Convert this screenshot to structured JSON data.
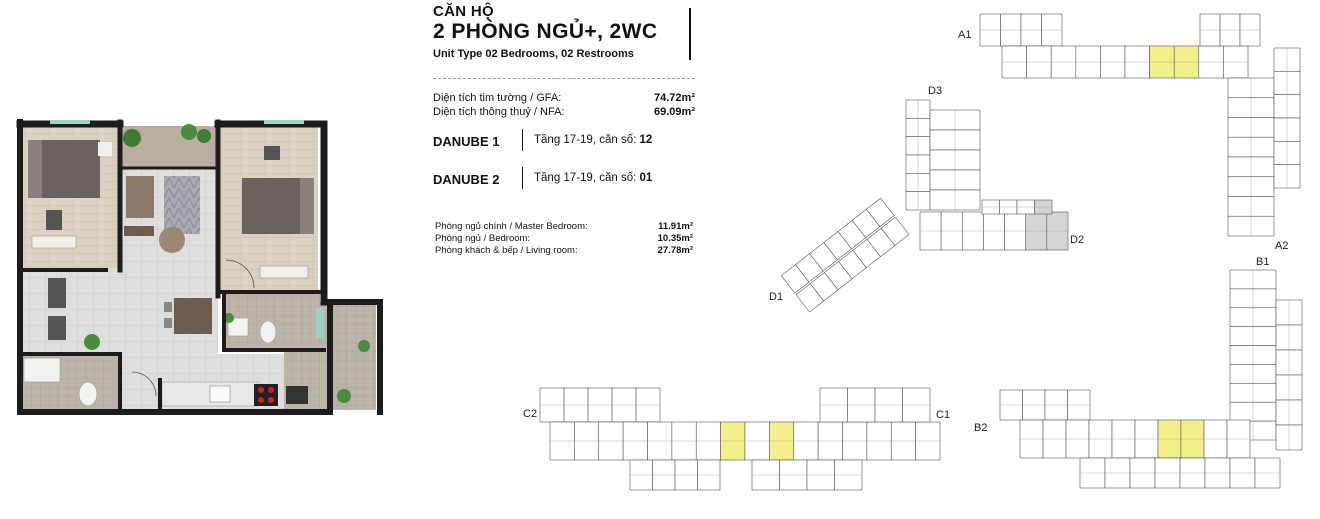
{
  "header": {
    "line1": "CĂN HỘ",
    "line2": "2 PHÒNG NGỦ+, 2WC",
    "line3": "Unit Type 02 Bedrooms, 02 Restrooms"
  },
  "areas": [
    {
      "label": "Diện tích tim tường / GFA:",
      "value": "74.72m²"
    },
    {
      "label": "Diện tích thông thuỷ / NFA:",
      "value": "69.09m²"
    }
  ],
  "blocks": [
    {
      "name": "DANUBE 1",
      "floors": "Tầng 17-19, căn số:",
      "unit": "12"
    },
    {
      "name": "DANUBE 2",
      "floors": "Tầng 17-19, căn số:",
      "unit": "01"
    }
  ],
  "rooms": [
    {
      "label": "Phòng ngủ chính / Master Bedroom:",
      "value": "11.91m²"
    },
    {
      "label": "Phòng ngủ / Bedroom:",
      "value": "10.35m²"
    },
    {
      "label": "Phòng khách & bếp / Living room:",
      "value": "27.78m²"
    }
  ],
  "site_labels": {
    "a1": "A1",
    "a2": "A2",
    "b1": "B1",
    "b2": "B2",
    "c1": "C1",
    "c2": "C2",
    "d1": "D1",
    "d2": "D2",
    "d3": "D3"
  },
  "colors": {
    "wall": "#1c1c1c",
    "wood_floor": "#d9cfc1",
    "tile_floor": "#dcdcdc",
    "highlight_unit": "#f3f08c",
    "grey_unit": "#d4d4d4"
  }
}
